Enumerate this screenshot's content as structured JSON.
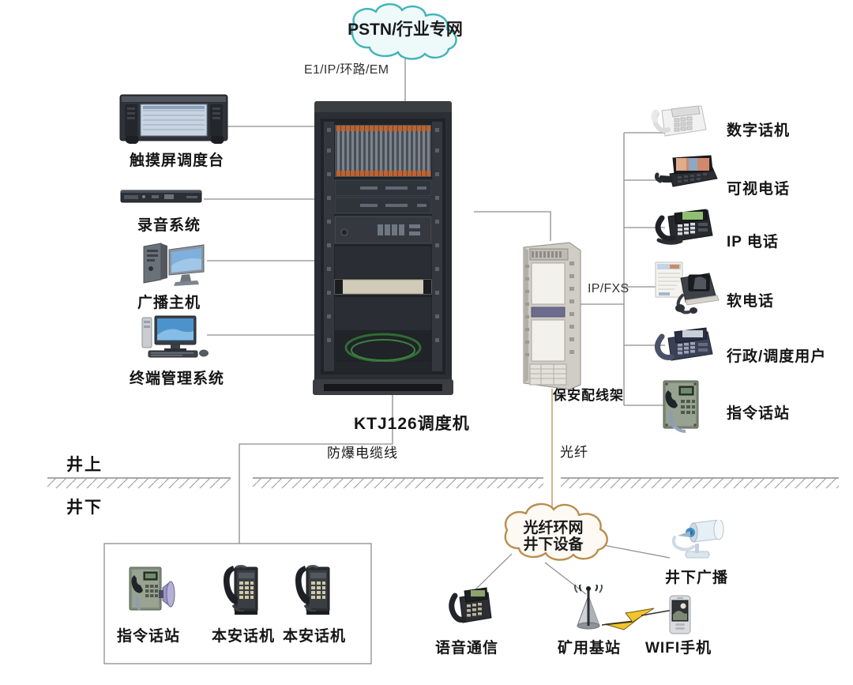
{
  "diagram": {
    "title_text": "KTJ126调度机",
    "clouds": [
      {
        "id": "pstn",
        "text": "PSTN/行业专网",
        "stroke": "#3fb3b8",
        "fill": "#eef9fa"
      },
      {
        "id": "fiber-ring",
        "line1": "光纤环网",
        "line2": "井下设备",
        "stroke": "#b98d4f",
        "fill": "#fdfaf4"
      }
    ],
    "link_labels": {
      "uplink": "E1/IP/环路/EM",
      "mdf_branch": "IP/FXS",
      "explosion_proof_cable": "防爆电缆线",
      "optical_fiber": "光纤"
    },
    "zones": {
      "surface": "井上",
      "underground": "井下"
    },
    "core": {
      "rack_label": "KTJ126调度机",
      "mdf_label": "保安配线架"
    },
    "left_devices": [
      {
        "name": "touch-console",
        "label": "触摸屏调度台",
        "icon": "dispatch-console-icon"
      },
      {
        "name": "recorder",
        "label": "录音系统",
        "icon": "rack-recorder-icon"
      },
      {
        "name": "broadcast-host",
        "label": "广播主机",
        "icon": "tower-pc-icon"
      },
      {
        "name": "terminal-mgmt",
        "label": "终端管理系统",
        "icon": "desktop-pc-icon"
      }
    ],
    "right_devices": [
      {
        "name": "digital-phone",
        "label": "数字话机",
        "icon": "white-desk-phone-icon"
      },
      {
        "name": "video-phone",
        "label": "可视电话",
        "icon": "video-phone-icon"
      },
      {
        "name": "ip-phone",
        "label": "IP 电话",
        "icon": "black-ip-phone-icon"
      },
      {
        "name": "soft-phone",
        "label": "软电话",
        "icon": "softphone-headset-icon"
      },
      {
        "name": "admin-dispatch-user",
        "label": "行政/调度用户",
        "icon": "blue-desk-phone-icon"
      },
      {
        "name": "command-station-surface",
        "label": "指令话站",
        "icon": "wall-command-phone-icon"
      }
    ],
    "underground_box_devices": [
      {
        "name": "command-station",
        "label": "指令话站",
        "icon": "wall-command-phone-horn-icon"
      },
      {
        "name": "intrinsic-safe-phone-1",
        "label": "本安话机",
        "icon": "mine-phone-icon"
      },
      {
        "name": "intrinsic-safe-phone-2",
        "label": "本安话机",
        "icon": "mine-phone-icon"
      }
    ],
    "underground_devices": [
      {
        "name": "voice-comm",
        "label": "语音通信",
        "icon": "mine-desk-phone-icon"
      },
      {
        "name": "mine-base-station",
        "label": "矿用基站",
        "icon": "antenna-icon"
      },
      {
        "name": "wifi-handset",
        "label": "WIFI手机",
        "icon": "pda-phone-icon"
      },
      {
        "name": "underground-broadcast",
        "label": "井下广播",
        "icon": "loudspeaker-icon"
      }
    ]
  }
}
